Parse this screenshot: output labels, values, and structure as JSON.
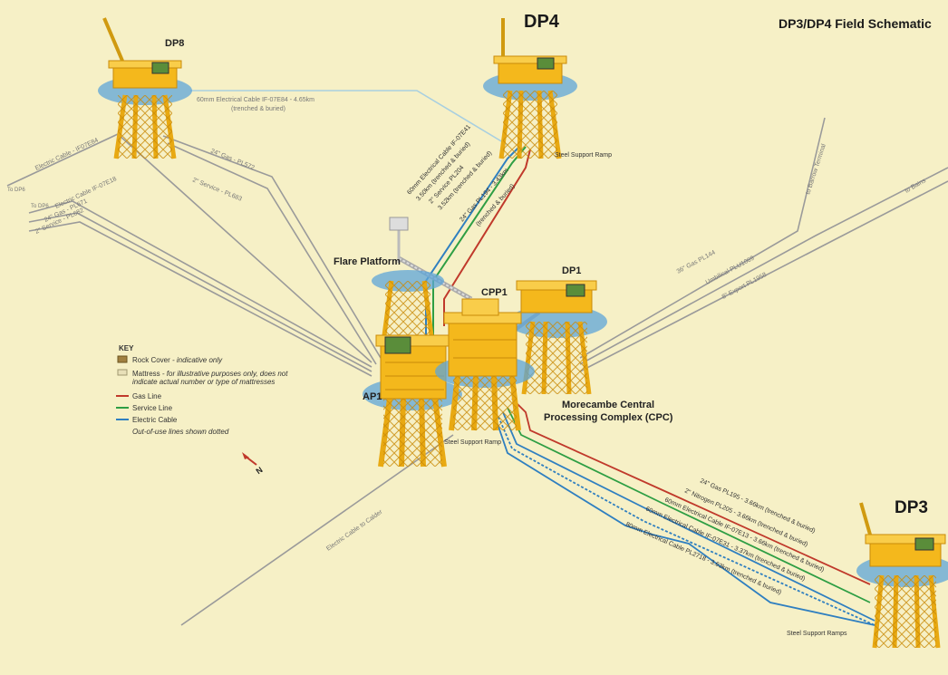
{
  "title": "DP3/DP4 Field Schematic",
  "platforms": {
    "dp4": "DP4",
    "dp8": "DP8",
    "dp1": "DP1",
    "dp3": "DP3",
    "cpp1": "CPP1",
    "ap1": "AP1",
    "flare": "Flare Platform",
    "cpc_line1": "Morecambe Central",
    "cpc_line2": "Processing Complex (CPC)"
  },
  "ramps": {
    "dp4": "Steel Support Ramp",
    "cpc": "Steel Support Ramp",
    "dp3": "Steel Support Ramps"
  },
  "pipelines": {
    "dp8_cable_1": "60mm Electrical Cable IF-07E84 - 4.65km",
    "dp8_cable_2": "(trenched & buried)",
    "elec_pl07e84": "Electric Cable - IF07E84",
    "gas_pl572": "24\" Gas - PL572",
    "svc_pl683": "2\" Service - PL683",
    "to_dp6_a": "To DP6",
    "to_dp6_b": "To DP6",
    "elec_if07e18": "Electric Cable IF-07E18",
    "gas_pl671": "24\" Gas - PL671",
    "svc_pl682": "2\" Service - PL682",
    "dp4_cable_1": "60mm Electrical Cable IF-07E41",
    "dp4_cable_2": "3.50km (trenched & buried)",
    "dp4_svc_1": "2\" Service PL204",
    "dp4_svc_2": "3.52km (trenched & buried)",
    "dp4_gas_1": "24\" Gas PL194 - 3.43km",
    "dp4_gas_2": "(trenched & buried)",
    "to_barrow": "to Barrow Terminal",
    "to_bains": "to Bains",
    "gas_pl144": "36\" Gas PL144",
    "umbilical": "Umbilical PLU1069",
    "export_pl1958": "8\" Export PL1958",
    "elec_calder": "Electric Cable to Calder",
    "dp3_gas": "24\" Gas PL195 - 3.66km (trenched & buried)",
    "dp3_n2": "2\" Nitrogen PL205 - 3.66km (trenched & buried)",
    "dp3_e13": "60mm Electrical Cable IF-07E13 - 3.66km (trenched & buried)",
    "dp3_e31": "60mm Electrical Cable IF-07E31 - 3.37km (trenched & buried)",
    "dp3_pl2718": "80mm Electrical Cable PL2718 - 3.63km (trenched & buried)"
  },
  "key": {
    "heading": "KEY",
    "rock": "Rock Cover",
    "rock_note": " - indicative only",
    "mattress": "Mattress",
    "mattress_note_1": " - for illustrative purposes only, does not",
    "mattress_note_2": "indicate actual number or type of mattresses",
    "gas": "Gas Line",
    "service": "Service Line",
    "electric": "Electric Cable",
    "outofuse": "Out-of-use lines shown dotted"
  },
  "north_label": "N",
  "colors": {
    "background": "#f6f0c6",
    "gas": "#c0392b",
    "service": "#2e9e44",
    "electric": "#2f7fc0",
    "pipeline_grey": "#9a9a9a",
    "platform_yellow": "#f4b81c",
    "jacket_yellow": "#e8a912",
    "rock_cover": "#5ea6d8"
  }
}
